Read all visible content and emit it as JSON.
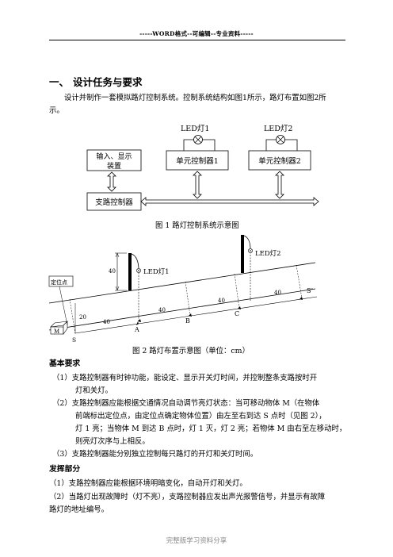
{
  "header": "-----WORD格式--可编辑--专业资料-----",
  "section1": {
    "num": "一、",
    "title": "设计任务与要求",
    "intro_l1": "设计并制作一套模拟路灯控制系统。控制系统结构如图1所示，路灯布置如图2所",
    "intro_l2": "示。"
  },
  "fig1": {
    "led1": "LED灯1",
    "led2": "LED灯2",
    "io_box_l1": "输入、显示",
    "io_box_l2": "装置",
    "unit1": "单元控制器1",
    "unit2": "单元控制器2",
    "branch": "支路控制器",
    "caption": "图 1    路灯控制系统示意图"
  },
  "fig2": {
    "led1": "LED灯1",
    "led2": "LED灯2",
    "locate_point": "定位点",
    "m_label": "M",
    "s_label": "S",
    "s_prime": "S’",
    "a_label": "A",
    "b_label": "B",
    "c_label": "C",
    "dim_40": "40",
    "dim_20": "20",
    "caption": "图 2    路灯布置示意图（单位：cm）"
  },
  "basic": {
    "title": "基本要求",
    "item1_l1": "（1）支路控制器有时钟功能，能设定、显示开关灯时间，并控制整条支路按时开",
    "item1_l2": "灯和关灯。",
    "item2_l1": "（2）支路控制器应能根据交通情况自动调节亮灯状态：当可移动物体 M（在物体",
    "item2_l2": "前端标出定位点，由定位点确定物体位置）由左至右到达 S 点时（见图 2），",
    "item2_l3": "灯 1 亮；当物体 M 到达 B 点时，灯 1 灭，灯 2 亮；若物体 M 由右至左移动时，",
    "item2_l4": "则亮灯次序与上相反。",
    "item3": "（3）支路控制器能分别独立控制每只路灯的开灯和关灯时间。"
  },
  "extend": {
    "title": "发挥部分",
    "item1": "（1）支路控制器应能根据环境明暗变化，自动开灯和关灯。",
    "item2_l1": "（2）当路灯出现故障时（灯不亮），支路控制器应发出声光报警信号，并显示有故障",
    "item2_l2": "路灯的地址编号。"
  },
  "footer": "完整版学习资料分享"
}
